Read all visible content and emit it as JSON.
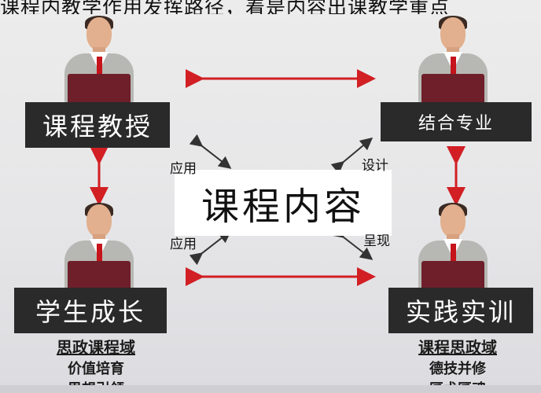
{
  "caption": "课程内教学作用发挥路径，着是内容出课教学重点",
  "nodes": {
    "top_left": "课程教授",
    "top_right": "结合专业",
    "center": "课程内容",
    "bottom_left": "学生成长",
    "bottom_right": "实践实训"
  },
  "edge_labels": {
    "upper_left": "应用",
    "upper_right": "设计",
    "lower_left": "应用",
    "lower_right": "呈现"
  },
  "left_list": {
    "title": "思政课程域",
    "items": [
      "价值培育",
      "思想引领"
    ]
  },
  "right_list": {
    "title": "课程思政域",
    "items": [
      "德技并修",
      "匠术匠魂"
    ]
  },
  "colors": {
    "arrow_red": "#d11f24",
    "label_bg": "#2a2a2a",
    "center_bg": "#ffffff"
  }
}
